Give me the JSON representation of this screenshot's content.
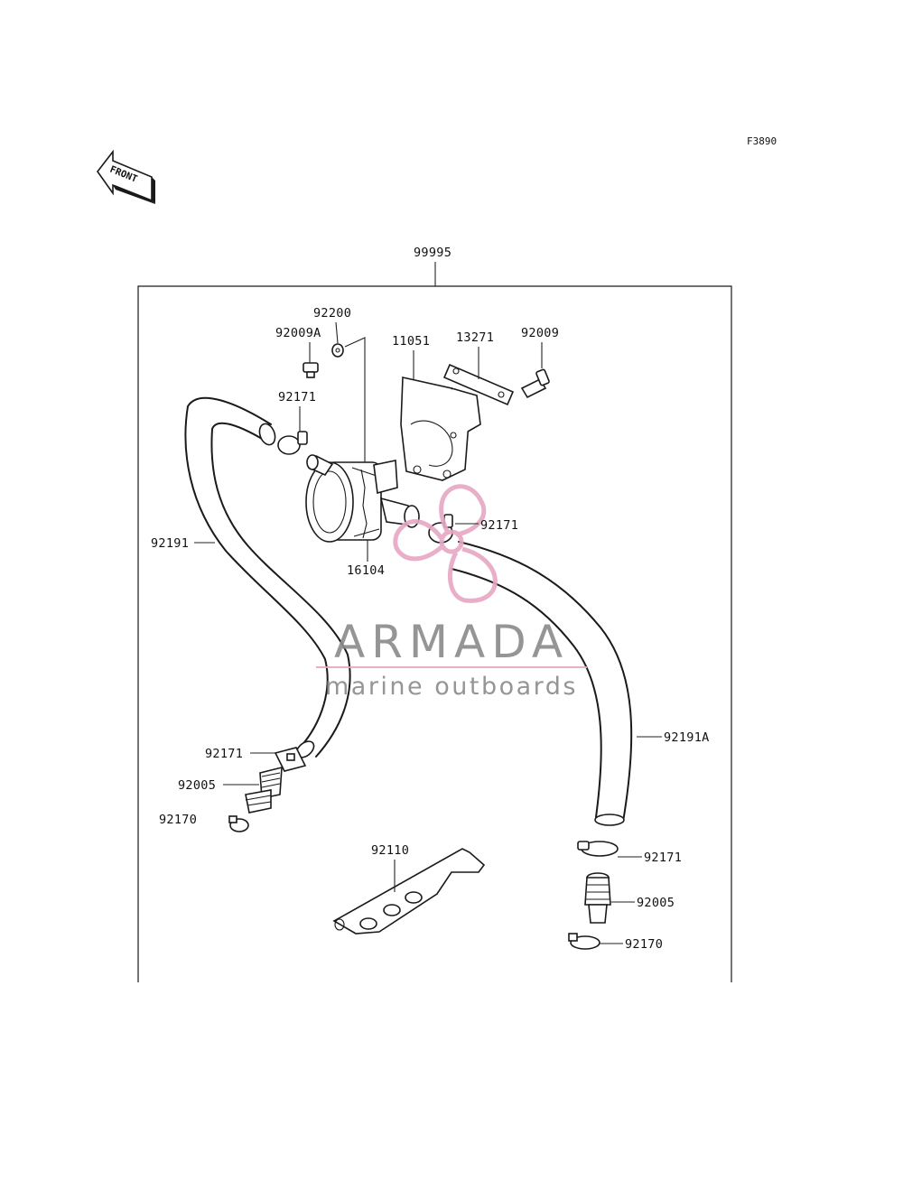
{
  "figure_code": "F3890",
  "front_arrow_text": "FRONT",
  "watermark": {
    "brand": "ARMADA",
    "tagline": "marine outboards",
    "propeller_color": "#e8a7c3",
    "text_color": "#8a8a8a",
    "rule_color": "#e8a7c3"
  },
  "labels": {
    "kit": "99995",
    "washer": "92200",
    "bolt_a": "92009A",
    "bracket": "11051",
    "plate": "13271",
    "bolt": "92009",
    "clamp_upper_left": "92171",
    "clamp_upper_right": "92171",
    "hose_left": "92191",
    "valve": "16104",
    "hose_right": "92191A",
    "clamp_lower_left": "92171",
    "fitting_left": "92005",
    "clamp_small_left": "92170",
    "stay": "92110",
    "clamp_lower_right": "92171",
    "fitting_right": "92005",
    "clamp_small_right": "92170"
  }
}
